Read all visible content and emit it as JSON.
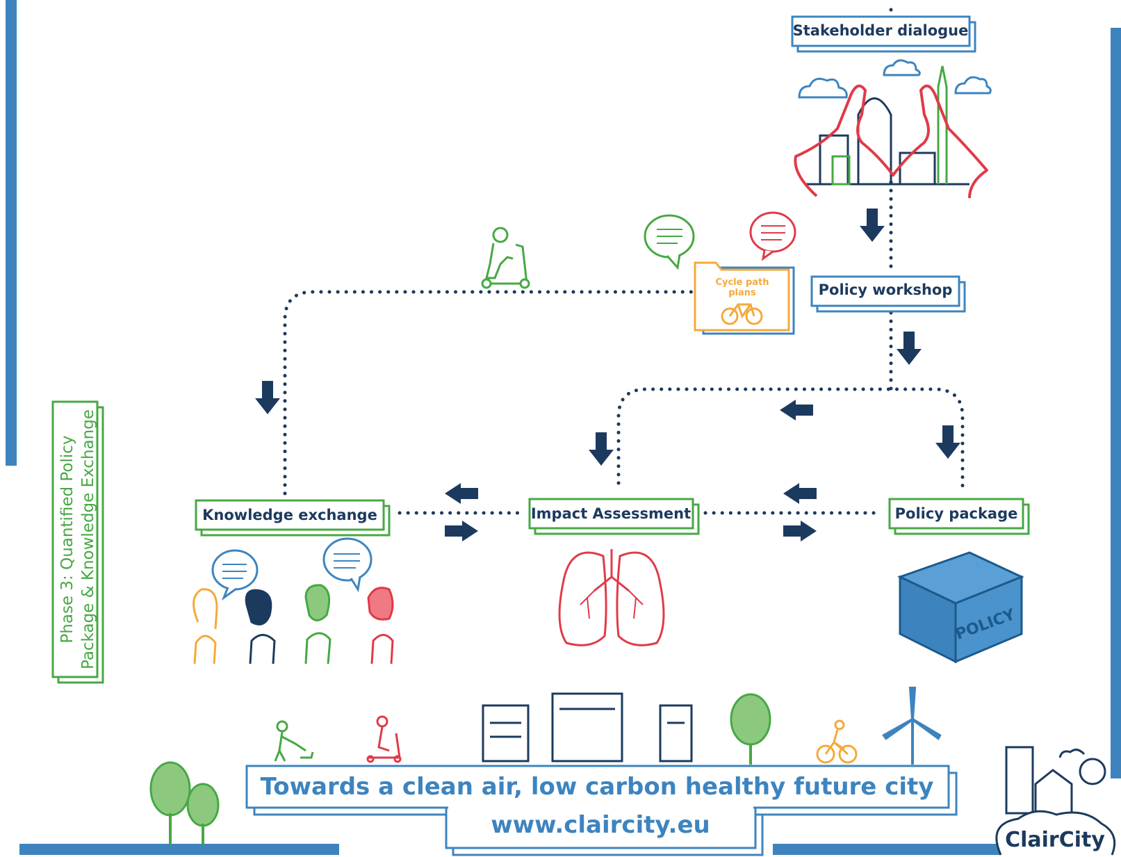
{
  "nodes": {
    "stakeholder_dialogue": "Stakeholder dialogue",
    "policy_workshop": "Policy workshop",
    "knowledge_exchange": "Knowledge exchange",
    "impact_assessment": "Impact Assessment",
    "policy_package": "Policy package"
  },
  "phase": {
    "line1": "Phase 3: Quantified Policy",
    "line2": "Package & Knowledge Exchange"
  },
  "folder": {
    "line1": "Cycle path",
    "line2": "plans"
  },
  "box_label": "POLICY",
  "banner": {
    "tagline": "Towards a clean air, low carbon healthy future city",
    "url": "www.claircity.eu"
  },
  "logo": "ClairCity",
  "colors": {
    "navy": "#1c3a5e",
    "blue": "#3d84bf",
    "green": "#46a843",
    "red": "#e03a48",
    "orange": "#f5a93a"
  }
}
